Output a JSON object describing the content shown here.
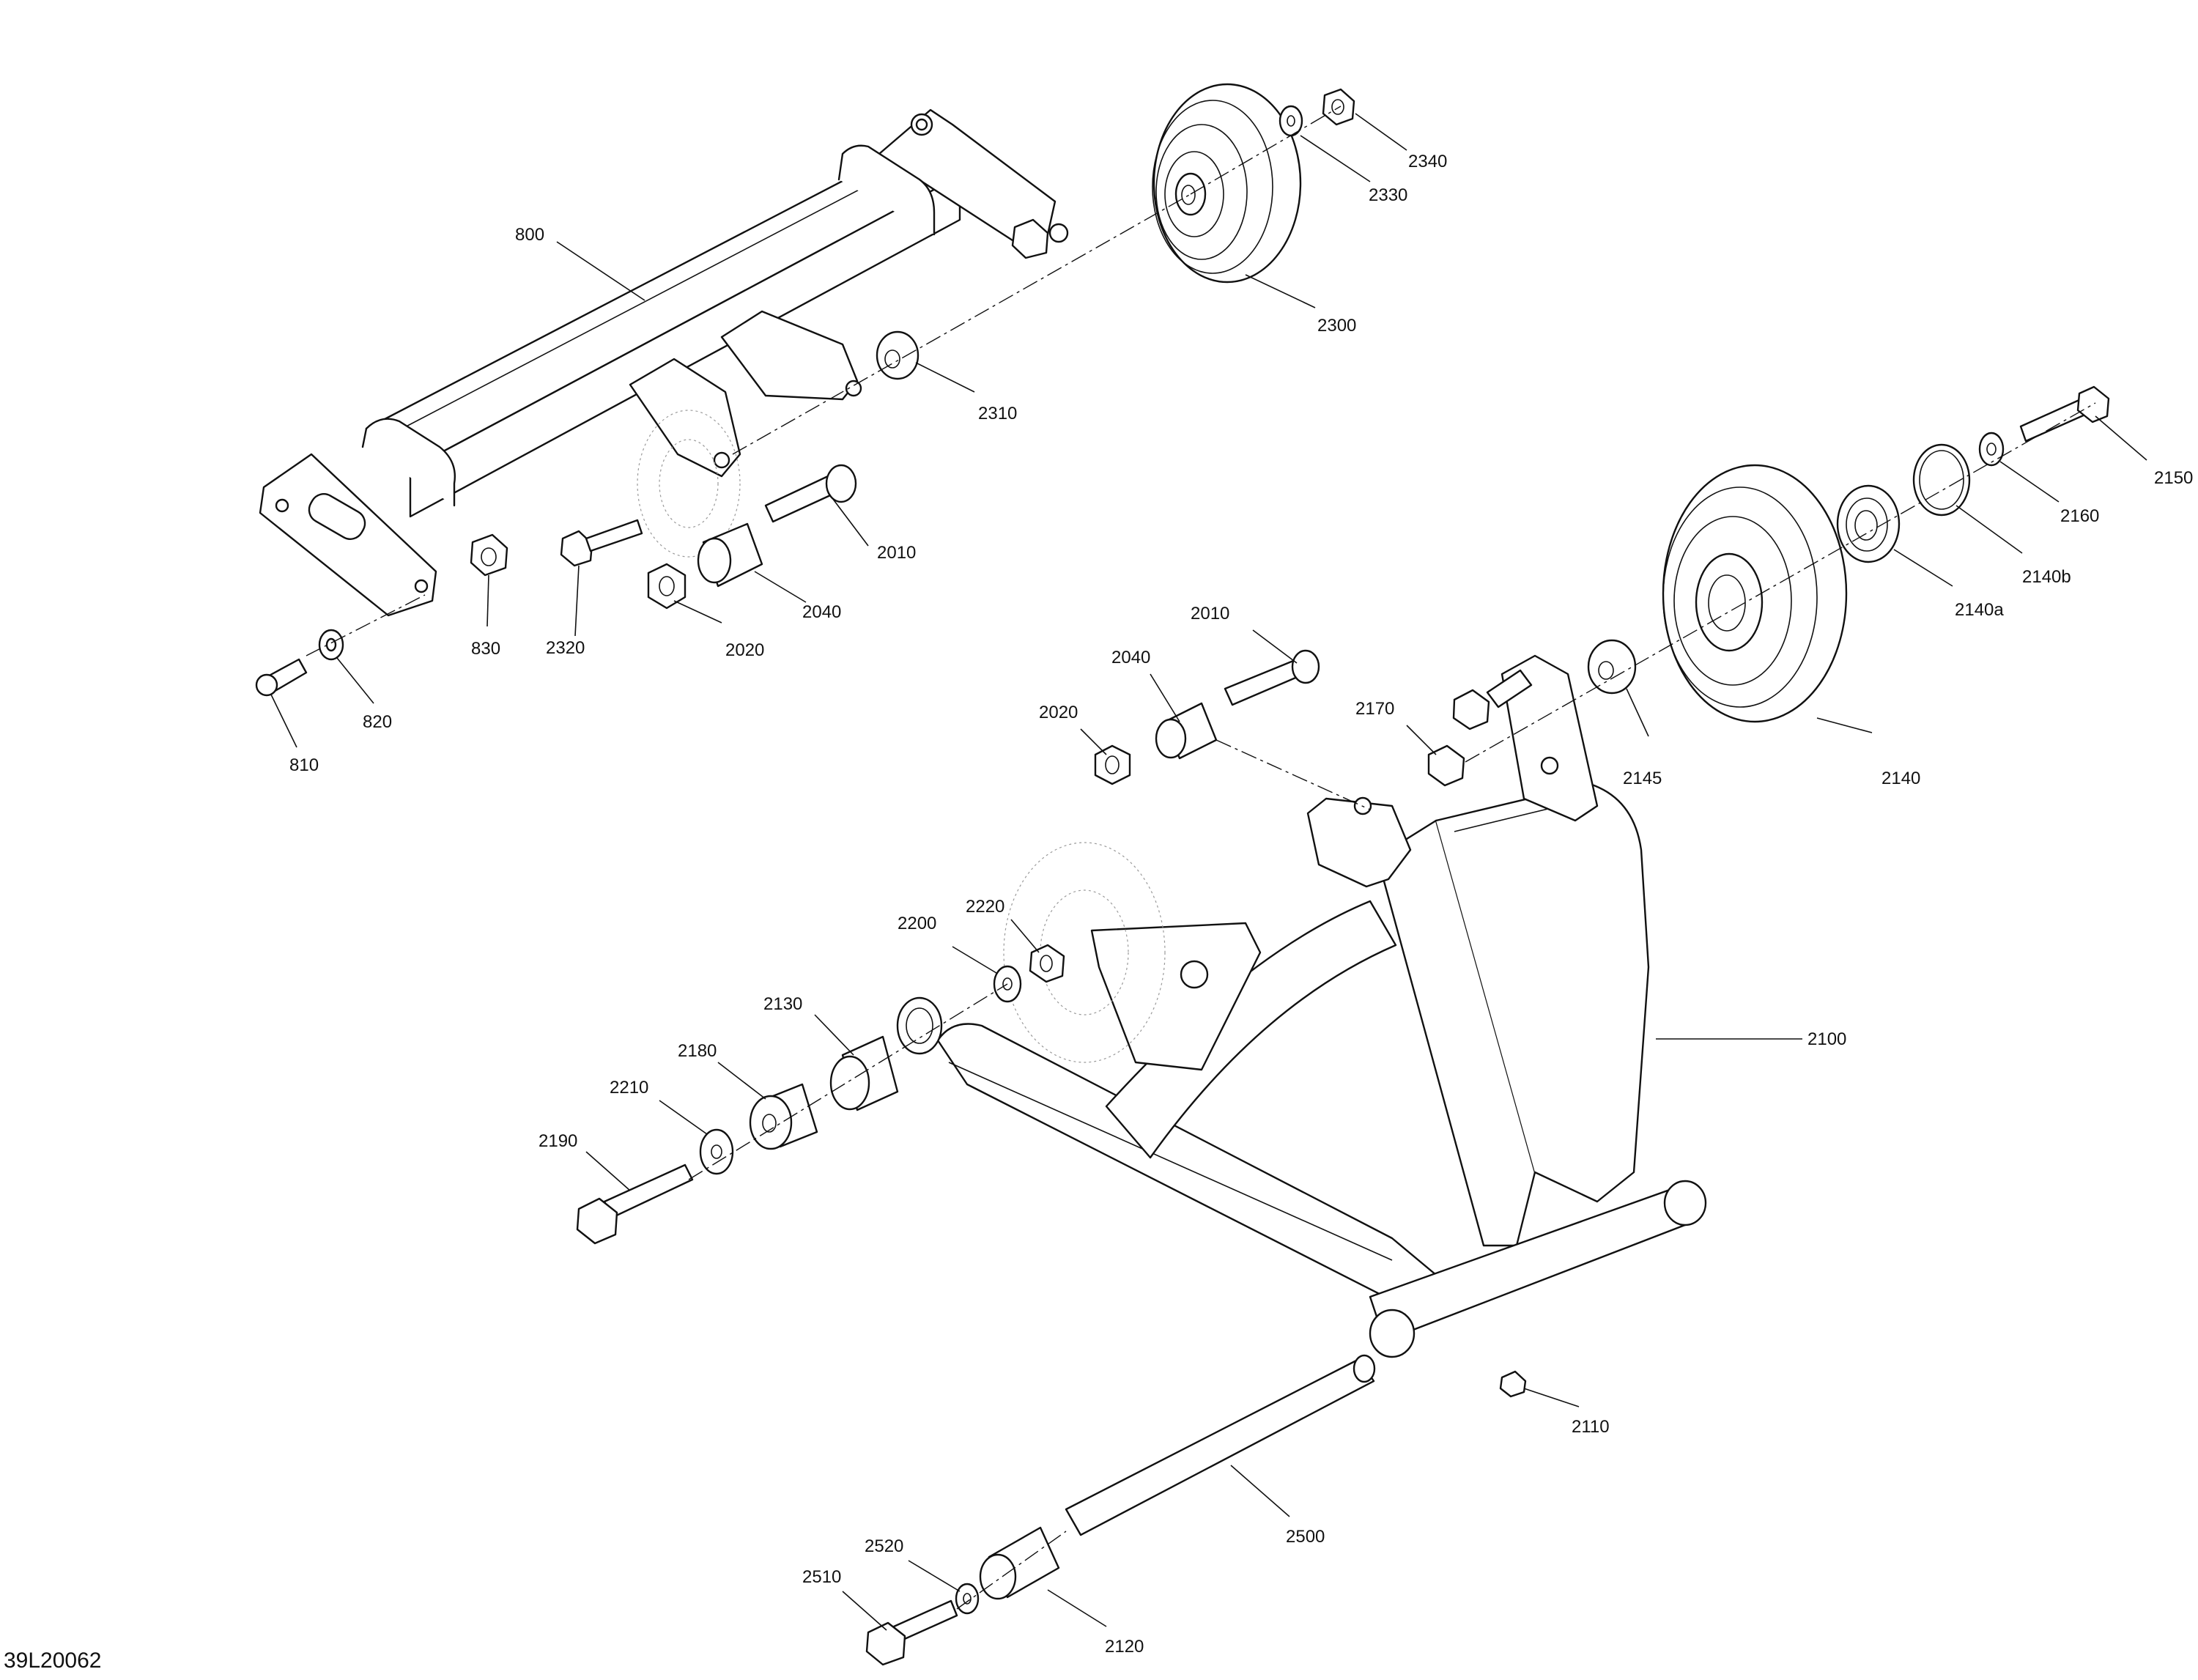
{
  "diagram": {
    "drawing_id": "39L20062",
    "callouts": [
      "800",
      "810",
      "820",
      "830",
      "2010",
      "2020",
      "2040",
      "2320",
      "2310",
      "2300",
      "2330",
      "2340",
      "2150",
      "2160",
      "2140b",
      "2140a",
      "2140",
      "2145",
      "2170",
      "2010",
      "2040",
      "2020",
      "2100",
      "2200",
      "2220",
      "2130",
      "2180",
      "2210",
      "2190",
      "2110",
      "2500",
      "2520",
      "2510",
      "2120"
    ]
  }
}
